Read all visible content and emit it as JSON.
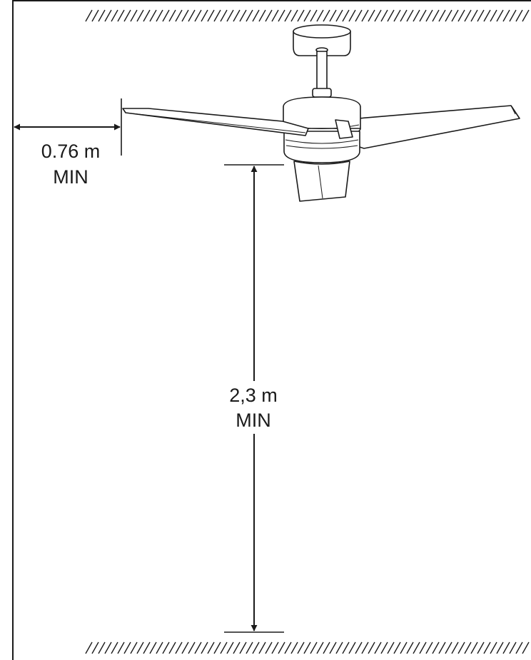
{
  "colors": {
    "ink": "#1a1a1a",
    "fan_fill": "#ffffff"
  },
  "icons": {
    "ceiling": "ceiling-hatch",
    "floor": "floor-hatch",
    "fan": "ceiling-fan-icon"
  },
  "dimensions": {
    "wall_clearance": {
      "value": "0.76 m",
      "qualifier": "MIN"
    },
    "floor_clearance": {
      "value": "2,3 m",
      "qualifier": "MIN"
    }
  }
}
